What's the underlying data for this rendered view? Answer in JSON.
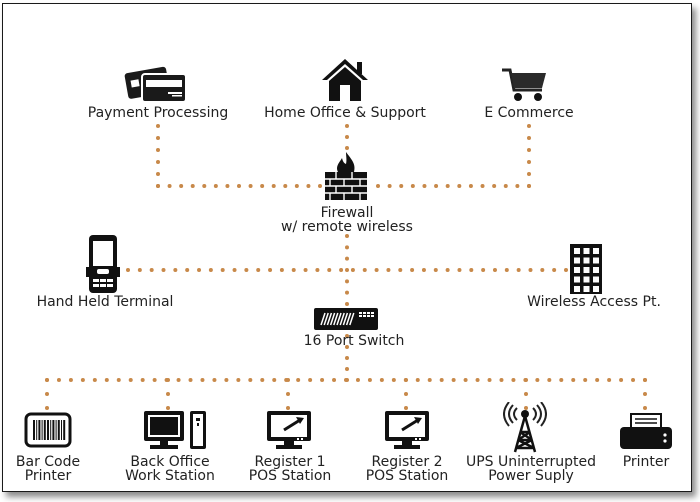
{
  "diagram": {
    "title": "POS Network Diagram",
    "link_color": "#c8894a",
    "nodes": {
      "payment": {
        "label": "Payment Processing",
        "icon": "credit-cards-icon"
      },
      "home_office": {
        "label": "Home Office & Support",
        "icon": "house-icon"
      },
      "ecommerce": {
        "label": "E Commerce",
        "icon": "shopping-cart-icon"
      },
      "firewall": {
        "label_line1": "Firewall",
        "label_line2": "w/ remote wireless",
        "icon": "firewall-icon"
      },
      "handheld": {
        "label": "Hand Held Terminal",
        "icon": "mobile-terminal-icon"
      },
      "wireless_ap": {
        "label": "Wireless Access Pt.",
        "icon": "access-point-icon"
      },
      "switch": {
        "label": "16 Port Switch",
        "icon": "network-switch-icon"
      },
      "barcode_printer": {
        "label_line1": "Bar Code",
        "label_line2": "Printer",
        "icon": "barcode-printer-icon"
      },
      "back_office": {
        "label_line1": "Back Office",
        "label_line2": "Work Station",
        "icon": "workstation-icon"
      },
      "register1": {
        "label_line1": "Register 1",
        "label_line2": "POS Station",
        "icon": "pos-monitor-icon"
      },
      "register2": {
        "label_line1": "Register 2",
        "label_line2": "POS Station",
        "icon": "pos-monitor-icon"
      },
      "ups": {
        "label_line1": "UPS Uninterrupted",
        "label_line2": "Power Suply",
        "icon": "radio-tower-icon"
      },
      "printer": {
        "label": "Printer",
        "icon": "printer-icon"
      }
    },
    "links": [
      [
        "payment",
        "firewall"
      ],
      [
        "home_office",
        "firewall"
      ],
      [
        "ecommerce",
        "firewall"
      ],
      [
        "firewall",
        "switch"
      ],
      [
        "handheld",
        "wireless_ap"
      ],
      [
        "switch",
        "barcode_printer"
      ],
      [
        "switch",
        "back_office"
      ],
      [
        "switch",
        "register1"
      ],
      [
        "switch",
        "register2"
      ],
      [
        "switch",
        "ups"
      ],
      [
        "switch",
        "printer"
      ]
    ]
  }
}
